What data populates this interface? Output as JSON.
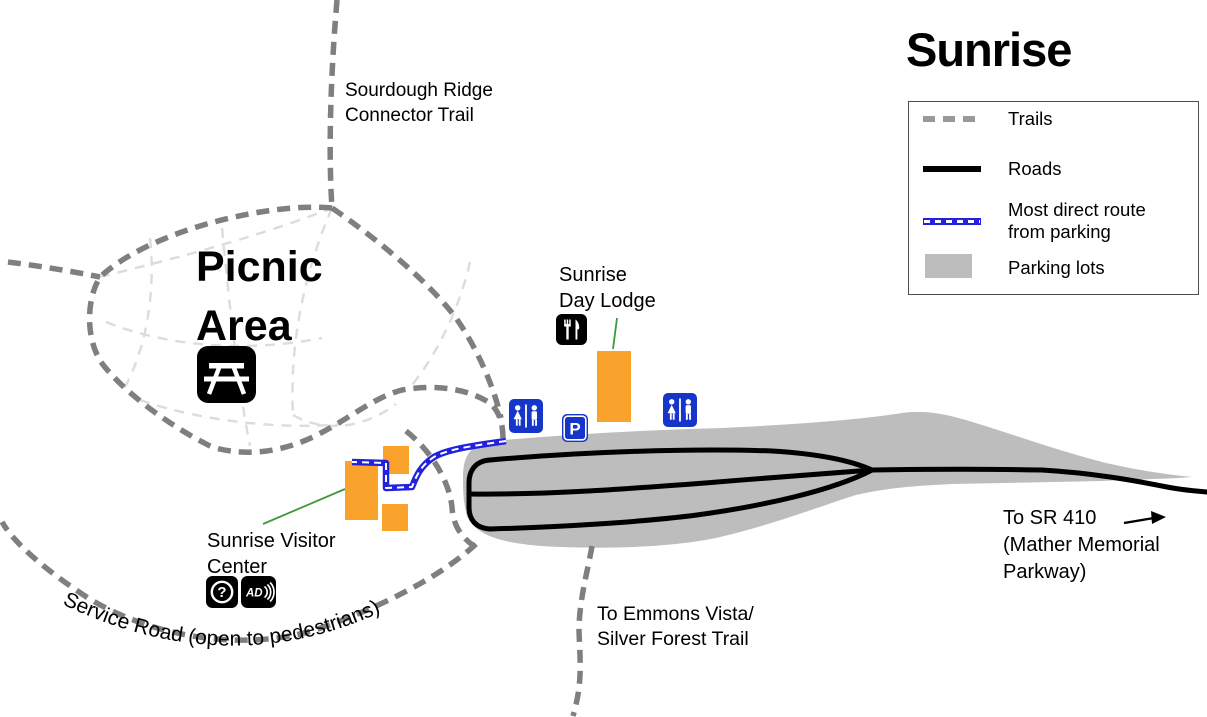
{
  "title": "Sunrise",
  "legend": {
    "items": [
      {
        "key": "trails",
        "label": "Trails"
      },
      {
        "key": "roads",
        "label": "Roads"
      },
      {
        "key": "direct-route",
        "label": "Most direct route from parking"
      },
      {
        "key": "parking-lots",
        "label": "Parking lots"
      }
    ]
  },
  "labels": {
    "sourdough": [
      "Sourdough Ridge",
      "Connector Trail"
    ],
    "picnic": [
      "Picnic",
      "Area"
    ],
    "day_lodge": [
      "Sunrise",
      "Day Lodge"
    ],
    "visitor_center": [
      "Sunrise Visitor",
      "Center"
    ],
    "emmons": [
      "To Emmons Vista/",
      "Silver Forest Trail"
    ],
    "sr410": [
      "To SR 410",
      "(Mather Memorial",
      "Parkway)"
    ],
    "service_road": "Service Road (open to pedestrians)"
  },
  "icons": {
    "picnic_table": "picnic-table-icon",
    "food_service": "fork-and-knife-icon",
    "restroom": "restroom-icon",
    "parking_letter": "P",
    "info_glyph": "?",
    "ad_glyph": "AD",
    "sr410_arrow": "right-arrow-icon"
  },
  "colors": {
    "building_orange": "#FAA32C",
    "icon_blue": "#1536C9",
    "route_blue": "#2121DE",
    "parking_gray": "#BDBDBD",
    "trail_gray": "#7F7F7F",
    "trail_light": "#DCDCDC",
    "road_black": "#000000",
    "leader_green": "#3C9A3C"
  }
}
